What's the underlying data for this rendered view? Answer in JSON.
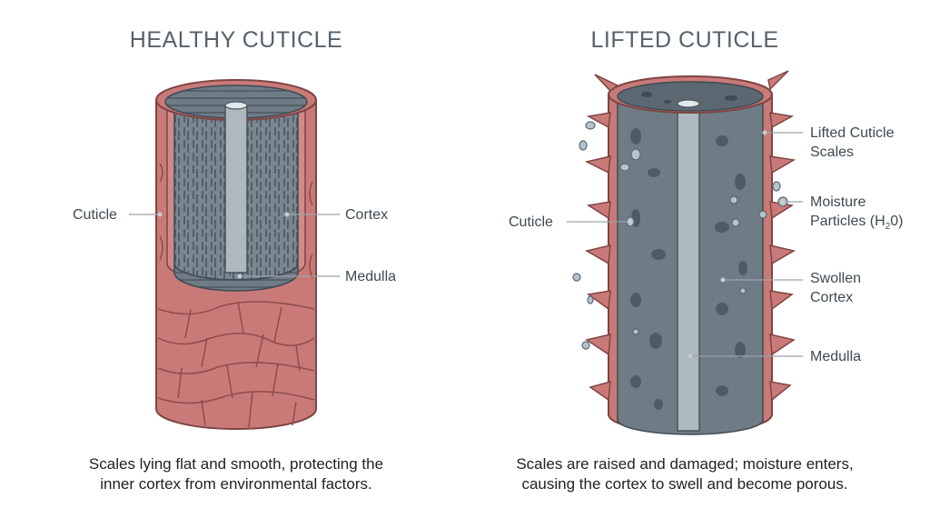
{
  "healthy": {
    "title": "HEALTHY CUTICLE",
    "labels": {
      "cuticle": "Cuticle",
      "cortex": "Cortex",
      "medulla": "Medulla"
    },
    "caption_line1": "Scales lying flat and smooth, protecting the",
    "caption_line2": "inner cortex from environmental factors."
  },
  "lifted": {
    "title": "LIFTED CUTICLE",
    "labels": {
      "cuticle": "Cuticle",
      "scales_line1": "Lifted Cuticle",
      "scales_line2": "Scales",
      "moisture_line1": "Moisture",
      "moisture_line2": "Particles (H",
      "moisture_sub": "2",
      "moisture_end": "0)",
      "swollen_line1": "Swollen",
      "swollen_line2": "Cortex",
      "medulla": "Medulla"
    },
    "caption_line1": "Scales are raised and damaged; moisture enters,",
    "caption_line2": "causing the cortex to swell and become porous."
  },
  "colors": {
    "cuticle": "#c97a78",
    "cuticle_dark": "#9e5552",
    "cortex": "#6f7c86",
    "cortex_dark": "#4a555e",
    "medulla": "#aeb8bf",
    "moisture": "#b5c3cc"
  }
}
